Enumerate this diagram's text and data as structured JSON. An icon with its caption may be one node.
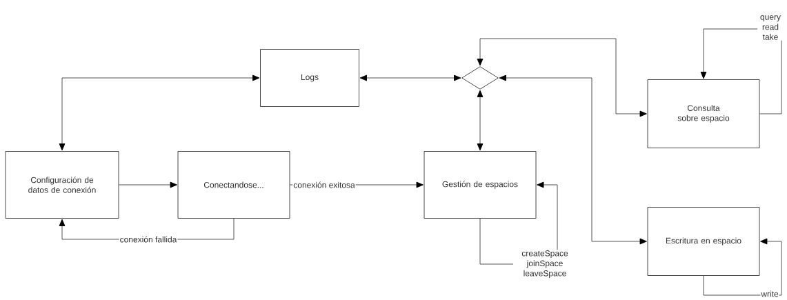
{
  "diagram": {
    "nodes": [
      {
        "text": [
          "Logs"
        ]
      },
      {
        "text": [],
        "shape": "diamond"
      },
      {
        "text": [
          "Consulta sobre espacio"
        ]
      },
      {
        "text": [
          "Configuración de datos de conexión"
        ]
      },
      {
        "text": [
          "Conectandose..."
        ]
      },
      {
        "text": [
          "Gestión de espacios"
        ]
      },
      {
        "text": [
          "Escritura en espacio"
        ]
      }
    ],
    "edges": [
      {
        "from": 0,
        "to": 1,
        "arrow": "both"
      },
      {
        "from": 0,
        "to": 3,
        "arrow": "both"
      },
      {
        "from": 1,
        "to": 2,
        "arrow": "both"
      },
      {
        "from": 1,
        "to": 6,
        "arrow": "both"
      },
      {
        "from": 1,
        "to": 5,
        "arrow": "both"
      },
      {
        "from": 3,
        "to": 4,
        "arrow": "to"
      },
      {
        "from": 4,
        "to": 5,
        "arrow": "to",
        "label": "conexión exitosa"
      },
      {
        "from": 4,
        "to": 3,
        "arrow": "to",
        "label": "conexión fallida"
      },
      {
        "from": 2,
        "to": 2,
        "arrow": "to",
        "label": "query read take"
      },
      {
        "from": 5,
        "to": 5,
        "arrow": "to",
        "label": "createSpace joinSpace leaveSpace"
      },
      {
        "from": 6,
        "to": 6,
        "arrow": "to",
        "label": "write"
      }
    ]
  }
}
